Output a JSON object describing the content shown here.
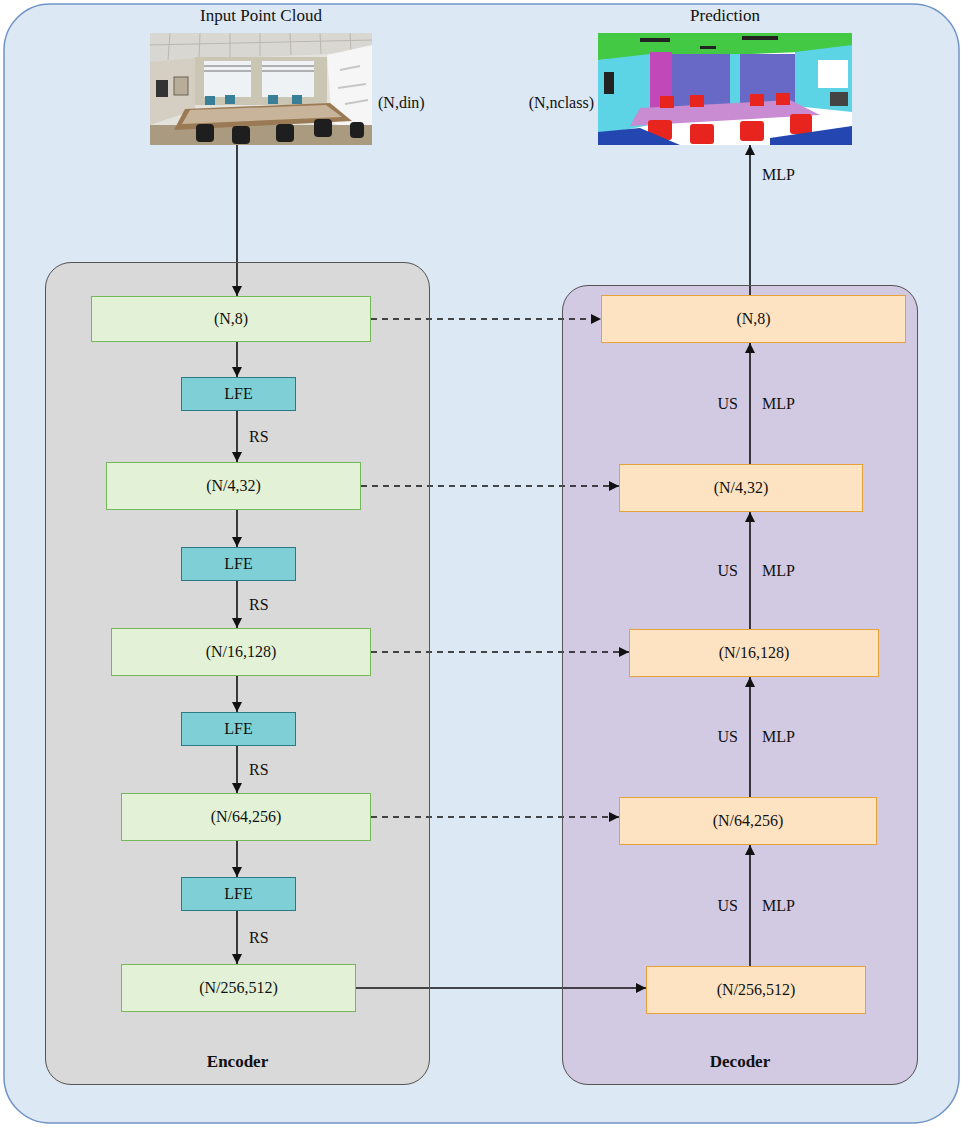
{
  "diagram": {
    "nodes": [
      {
        "text": [
          "Input Point Cloud"
        ]
      },
      {
        "text": [
          "Prediction"
        ]
      },
      {
        "text": [
          "Encoder"
        ]
      },
      {
        "text": [
          "(N,8)"
        ],
        "in": 2
      },
      {
        "text": [
          "LFE"
        ],
        "in": 2
      },
      {
        "text": [
          "(N/4,32)"
        ],
        "in": 2
      },
      {
        "text": [
          "LFE"
        ],
        "in": 2
      },
      {
        "text": [
          "(N/16,128)"
        ],
        "in": 2
      },
      {
        "text": [
          "LFE"
        ],
        "in": 2
      },
      {
        "text": [
          "(N/64,256)"
        ],
        "in": 2
      },
      {
        "text": [
          "LFE"
        ],
        "in": 2
      },
      {
        "text": [
          "(N/256,512)"
        ],
        "in": 2
      },
      {
        "text": [
          "Decoder"
        ]
      },
      {
        "text": [
          "(N,8)"
        ],
        "in": 12
      },
      {
        "text": [
          "(N/4,32)"
        ],
        "in": 12
      },
      {
        "text": [
          "(N/16,128)"
        ],
        "in": 12
      },
      {
        "text": [
          "(N/64,256)"
        ],
        "in": 12
      },
      {
        "text": [
          "(N/256,512)"
        ],
        "in": 12
      }
    ],
    "edges": [
      {
        "from": 0,
        "to": 3,
        "arrow": "to"
      },
      {
        "from": 3,
        "to": 4,
        "arrow": "to"
      },
      {
        "from": 4,
        "to": 5,
        "arrow": "to",
        "label": "RS"
      },
      {
        "from": 5,
        "to": 6,
        "arrow": "to"
      },
      {
        "from": 6,
        "to": 7,
        "arrow": "to",
        "label": "RS"
      },
      {
        "from": 7,
        "to": 8,
        "arrow": "to"
      },
      {
        "from": 8,
        "to": 9,
        "arrow": "to",
        "label": "RS"
      },
      {
        "from": 9,
        "to": 10,
        "arrow": "to"
      },
      {
        "from": 10,
        "to": 11,
        "arrow": "to",
        "label": "RS"
      },
      {
        "from": 3,
        "to": 13,
        "arrow": "to"
      },
      {
        "from": 5,
        "to": 14,
        "arrow": "to"
      },
      {
        "from": 7,
        "to": 15,
        "arrow": "to"
      },
      {
        "from": 9,
        "to": 16,
        "arrow": "to"
      },
      {
        "from": 11,
        "to": 17,
        "arrow": "to"
      },
      {
        "from": 17,
        "to": 16,
        "arrow": "to",
        "label": "US"
      },
      {
        "from": 16,
        "to": 15,
        "arrow": "to",
        "label": "US"
      },
      {
        "from": 15,
        "to": 14,
        "arrow": "to",
        "label": "US"
      },
      {
        "from": 14,
        "to": 13,
        "arrow": "to",
        "label": "US"
      },
      {
        "from": 13,
        "to": 1,
        "arrow": "to",
        "label": "MLP"
      }
    ],
    "labels": [
      "(N,din)",
      "(N,nclass)",
      "MLP",
      "MLP",
      "MLP",
      "MLP"
    ]
  }
}
